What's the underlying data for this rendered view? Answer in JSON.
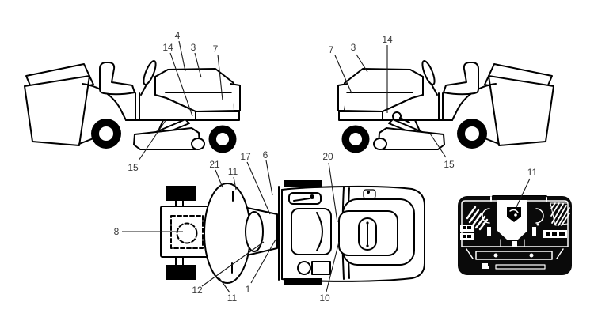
{
  "colors": {
    "line": "#000000",
    "label_text": "#3a3a3a",
    "panel_fill": "#000000",
    "background": "#ffffff"
  },
  "callouts": {
    "side_view_facing_right": [
      "4",
      "14",
      "3",
      "7",
      "15"
    ],
    "side_view_facing_left": [
      "7",
      "3",
      "14",
      "15"
    ],
    "top_view": [
      "21",
      "11",
      "17",
      "6",
      "20",
      "8",
      "12",
      "11",
      "1",
      "10"
    ],
    "rear_panel_view": [
      "11"
    ]
  }
}
